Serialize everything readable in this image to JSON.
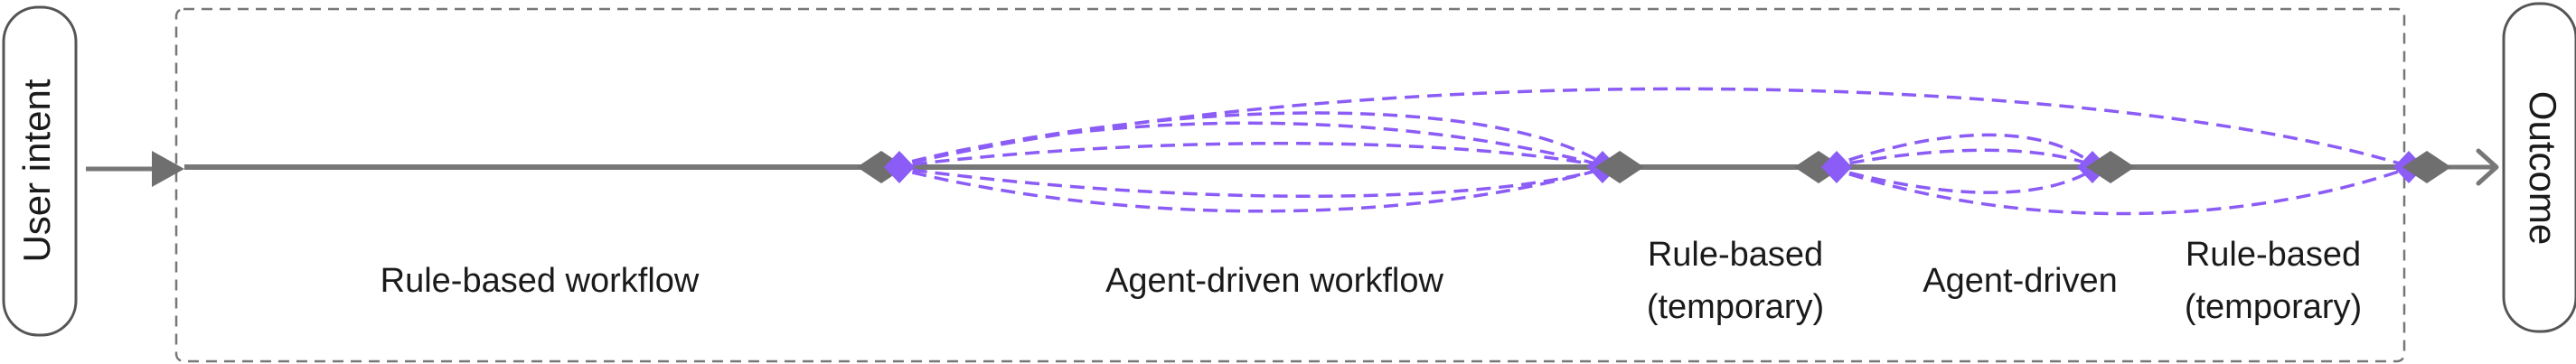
{
  "start_label": "User intent",
  "end_label": "Outcome",
  "segments": [
    {
      "label_lines": [
        "Rule-based workflow"
      ]
    },
    {
      "label_lines": [
        "Agent-driven workflow"
      ]
    },
    {
      "label_lines": [
        "Rule-based",
        "(temporary)"
      ]
    },
    {
      "label_lines": [
        "Agent-driven"
      ]
    },
    {
      "label_lines": [
        "Rule-based",
        "(temporary)"
      ]
    }
  ],
  "colors": {
    "line": "#777777",
    "dash_border": "#777777",
    "agent": "#8b5cf6",
    "text": "#1a1a1a",
    "pill_border": "#555555"
  }
}
